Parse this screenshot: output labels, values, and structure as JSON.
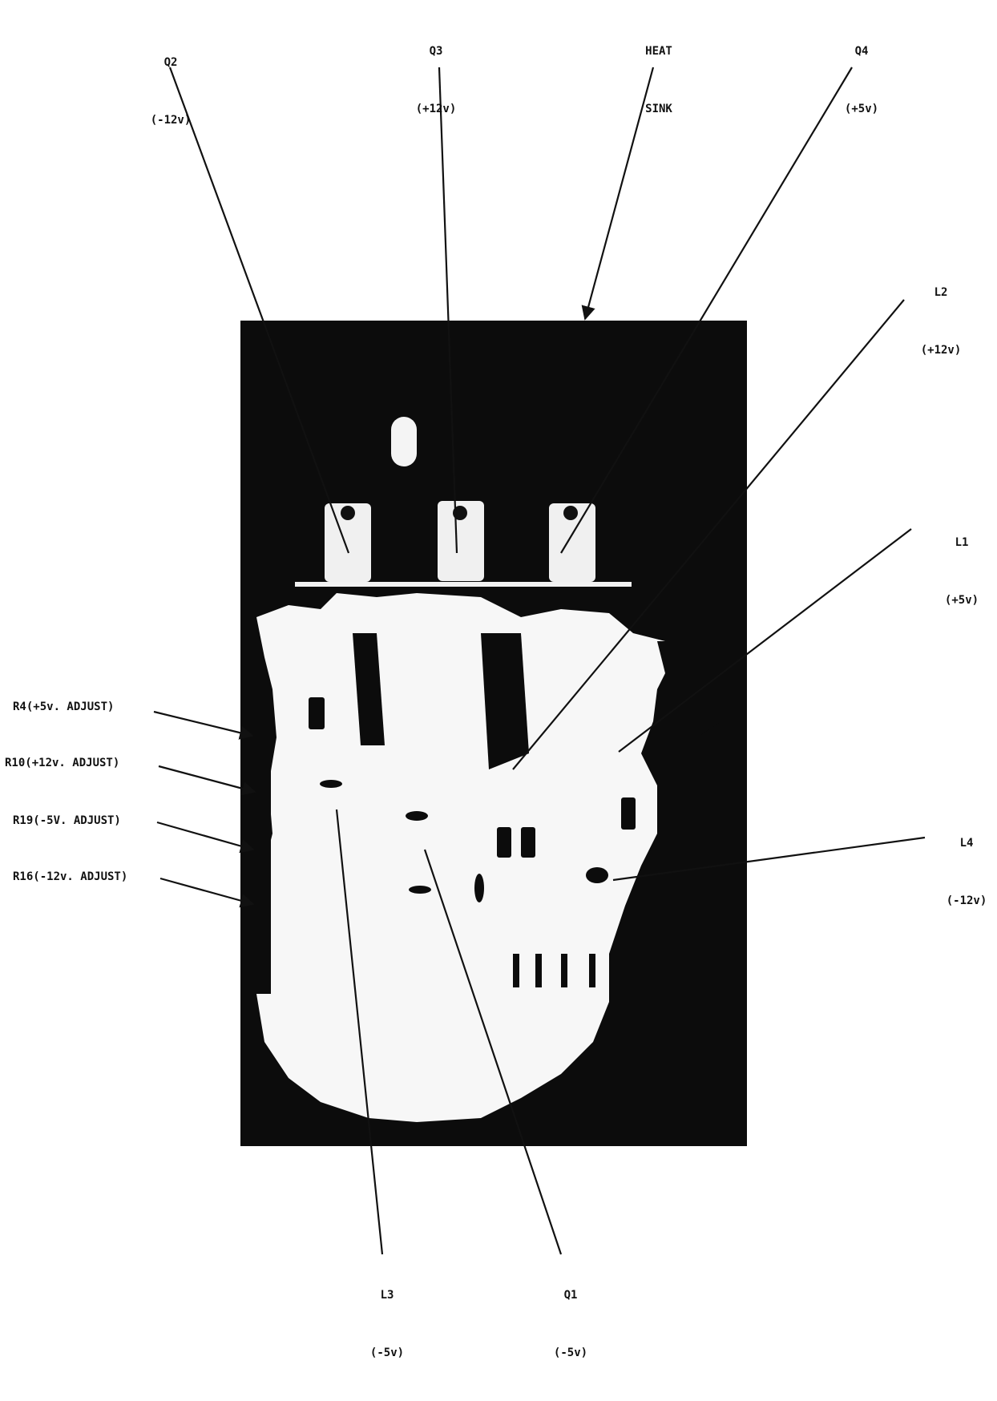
{
  "callouts": [
    {
      "id": "q2",
      "line1": "Q2",
      "line2": "(-12v)"
    },
    {
      "id": "q3",
      "line1": "Q3",
      "line2": "(+12v)"
    },
    {
      "id": "heat-sink",
      "line1": "HEAT",
      "line2": "SINK"
    },
    {
      "id": "q4",
      "line1": "Q4",
      "line2": "(+5v)"
    },
    {
      "id": "l2",
      "line1": "L2",
      "line2": "(+12v)"
    },
    {
      "id": "l1",
      "line1": "L1",
      "line2": "(+5v)"
    },
    {
      "id": "l4",
      "line1": "L4",
      "line2": "(-12v)"
    },
    {
      "id": "l3",
      "line1": "L3",
      "line2": "(-5v)"
    },
    {
      "id": "q1",
      "line1": "Q1",
      "line2": "(-5v)"
    },
    {
      "id": "r4",
      "line1": "R4(+5v. ADJUST)"
    },
    {
      "id": "r10",
      "line1": "R10(+12v. ADJUST)"
    },
    {
      "id": "r19",
      "line1": "R19(-5V. ADJUST)"
    },
    {
      "id": "r16",
      "line1": "R16(-12v. ADJUST)"
    }
  ],
  "colors": {
    "ink": "#111111",
    "board": "#0c0c0c",
    "paper": "#ffffff"
  }
}
